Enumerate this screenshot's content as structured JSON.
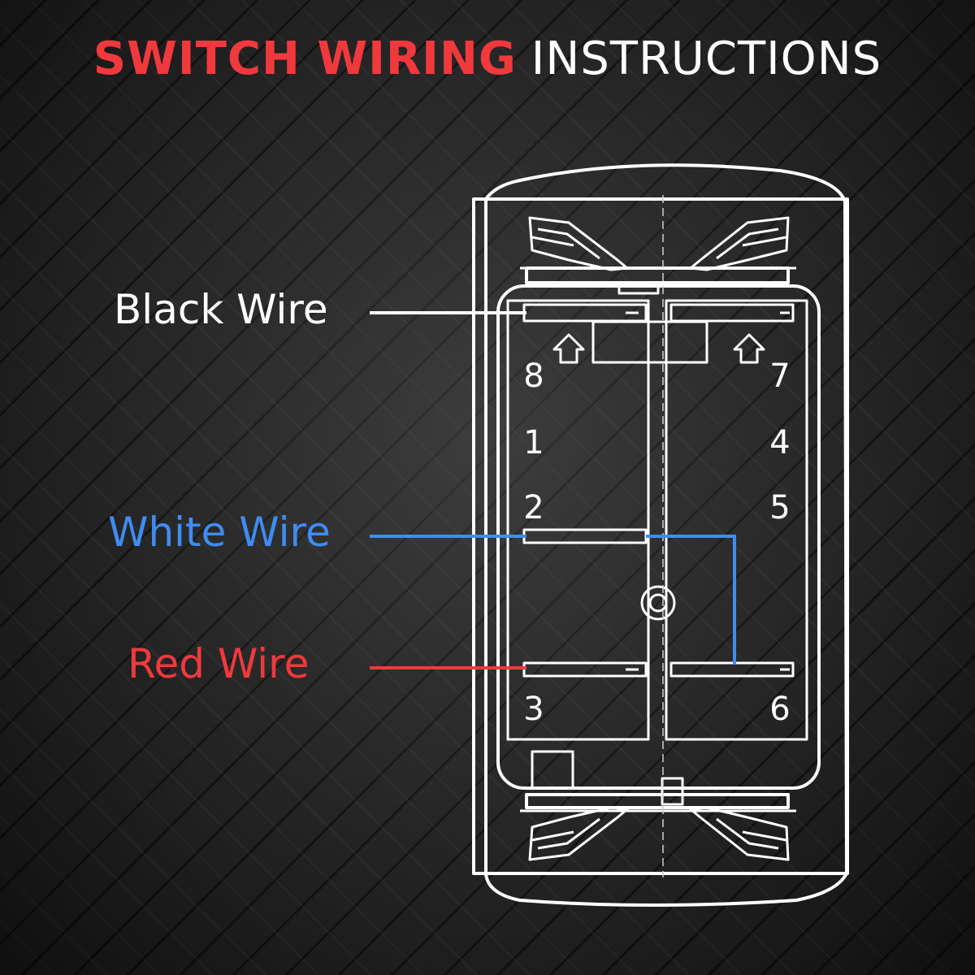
{
  "title": {
    "part1": "SWITCH WIRING",
    "part2": "INSTRUCTIONS"
  },
  "wires": {
    "black": {
      "label": "Black Wire",
      "color": "#ffffff"
    },
    "white": {
      "label": "White Wire",
      "color": "#3f8cf2"
    },
    "red": {
      "label": "Red Wire",
      "color": "#f0393d"
    }
  },
  "pins": [
    "8",
    "7",
    "1",
    "4",
    "2",
    "5",
    "3",
    "6"
  ],
  "colors": {
    "title_accent": "#f0393d",
    "outline": "#ffffff",
    "background": "#262626"
  }
}
